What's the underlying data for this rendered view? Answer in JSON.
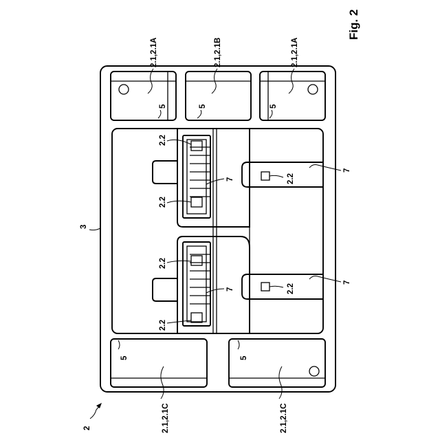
{
  "figure": {
    "caption": "Fig. 2",
    "labels": {
      "assembly": "2",
      "housing": "3",
      "top_left": "2.1,2.1A",
      "top_middle": "2.1,2.1B",
      "top_right": "2.1,2.1A",
      "bottom_left": "2.1,2.1C",
      "bottom_right": "2.1,2.1C",
      "cell_5": "5",
      "part_7": "7",
      "part_2_2": "2.2"
    }
  }
}
